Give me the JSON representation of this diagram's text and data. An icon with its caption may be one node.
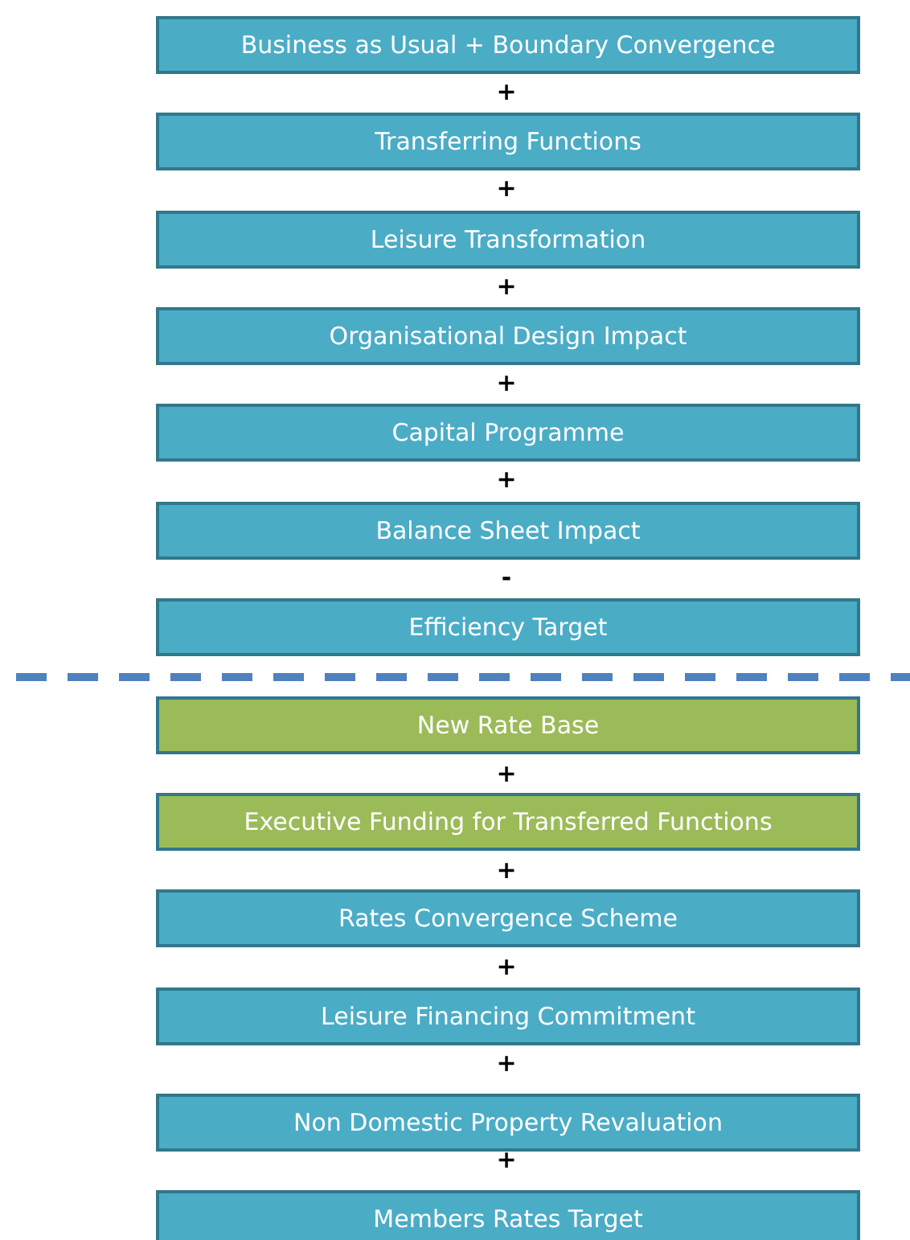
{
  "diagram": {
    "nodes": [
      {
        "text": [
          "Business as Usual + Boundary Convergence"
        ]
      },
      {
        "text": [
          "Transferring Functions"
        ]
      },
      {
        "text": [
          "Leisure Transformation"
        ]
      },
      {
        "text": [
          "Organisational Design Impact"
        ]
      },
      {
        "text": [
          "Capital Programme"
        ]
      },
      {
        "text": [
          "Balance Sheet Impact"
        ]
      },
      {
        "text": [
          "Efficiency Target"
        ]
      },
      {
        "text": [
          "New Rate Base"
        ]
      },
      {
        "text": [
          "Executive Funding for Transferred Functions"
        ]
      },
      {
        "text": [
          "Rates Convergence Scheme"
        ]
      },
      {
        "text": [
          "Leisure Financing Commitment"
        ]
      },
      {
        "text": [
          "Non Domestic Property Revaluation"
        ]
      },
      {
        "text": [
          "Members Rates Target"
        ]
      }
    ],
    "edges": [],
    "labels": [
      "+",
      "+",
      "+",
      "+",
      "+",
      "-",
      "+",
      "+",
      "+",
      "+",
      "+"
    ]
  }
}
